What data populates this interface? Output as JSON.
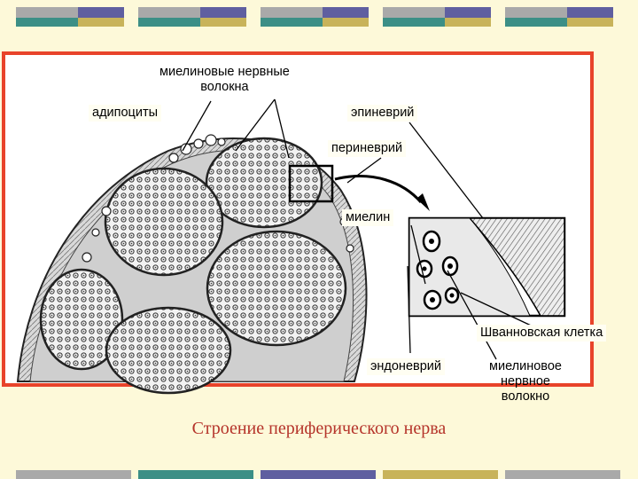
{
  "colors": {
    "background": "#fdf9d9",
    "frame": "#e8432a",
    "caption": "#b5342a",
    "deco_gray": "#a9a9a9",
    "deco_teal": "#3c8f86",
    "deco_purple": "#5f5fa0",
    "deco_olive": "#c8b35a"
  },
  "labels": {
    "myelinated_fibers": "миелиновые нервные\nволокна",
    "adipocytes": "адипоциты",
    "epineurium": "эпиневрий",
    "perineurium": "периневрий",
    "myelin": "миелин",
    "schwann_cell": "Шванновская клетка",
    "endoneurium": "эндоневрий",
    "myelinated_fiber": "миелиновое\nнервное\nволокно"
  },
  "caption": "Строение периферического нерва"
}
